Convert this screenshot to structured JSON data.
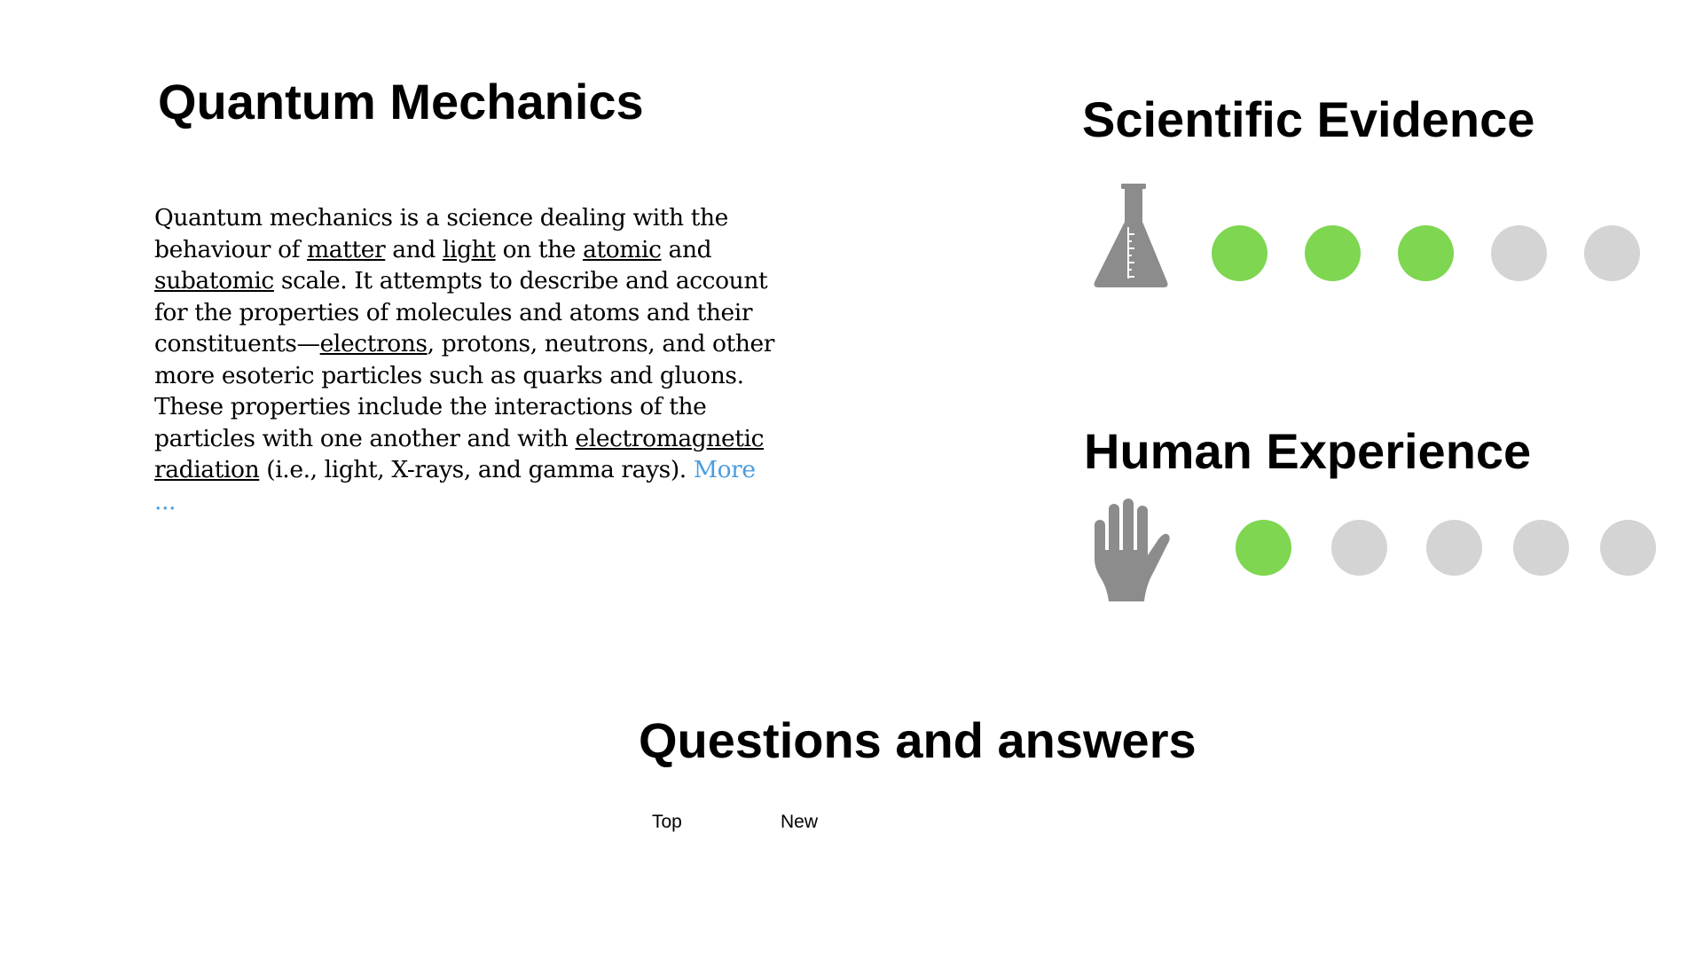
{
  "article": {
    "title": "Quantum Mechanics",
    "segments": [
      {
        "text": "Quantum mechanics is a science dealing with the behaviour of "
      },
      {
        "text": "matter",
        "link": true
      },
      {
        "text": " and "
      },
      {
        "text": "light",
        "link": true
      },
      {
        "text": " on the "
      },
      {
        "text": "atomic",
        "link": true
      },
      {
        "text": " and "
      },
      {
        "text": "subatomic",
        "link": true
      },
      {
        "text": " scale. It attempts to describe and account for the properties of molecules and atoms and their constituents—"
      },
      {
        "text": "electrons",
        "link": true
      },
      {
        "text": ", protons, neutrons, and other more esoteric particles such as quarks and gluons. These properties include the interactions of the particles with one another and with "
      },
      {
        "text": "electromagnetic radiation",
        "link": true
      },
      {
        "text": " (i.e., light, X-rays, and gamma rays). "
      }
    ],
    "more_label": "More ..."
  },
  "ratings": [
    {
      "name": "scientific-evidence",
      "title": "Scientific Evidence",
      "icon": "flask-icon",
      "score": 3,
      "max": 5
    },
    {
      "name": "human-experience",
      "title": "Human Experience",
      "icon": "hand-icon",
      "score": 1,
      "max": 5
    }
  ],
  "colors": {
    "dot_filled": "#7fd651",
    "dot_empty": "#d4d4d4",
    "icon": "#8c8c8c",
    "link_more": "#4a9de0"
  },
  "qa": {
    "title": "Questions and answers",
    "tabs": [
      "Top",
      "New"
    ]
  }
}
